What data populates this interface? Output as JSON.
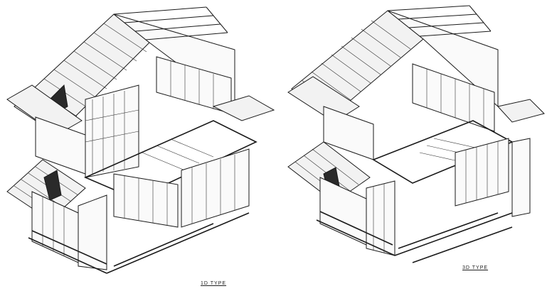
{
  "drawings": [
    {
      "id": "left",
      "caption": "1D TYPE"
    },
    {
      "id": "right",
      "caption": "3D TYPE"
    }
  ],
  "colors": {
    "ink": "#1a1a1a",
    "paper": "#ffffff"
  }
}
